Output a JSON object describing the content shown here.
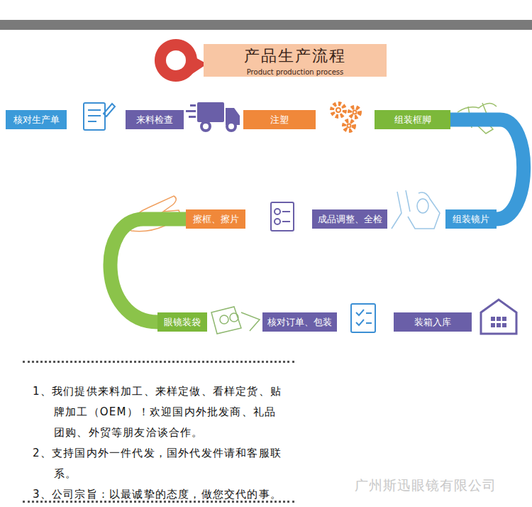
{
  "diagram": {
    "nodes": [
      {
        "text": [
          "产品生产流程",
          "Product production process"
        ]
      },
      {
        "text": [
          "核对生产单"
        ]
      },
      {
        "text": [
          "来料检查"
        ]
      },
      {
        "text": [
          "注塑"
        ]
      },
      {
        "text": [
          "组装框脚"
        ]
      },
      {
        "text": [
          "组装镜片"
        ]
      },
      {
        "text": [
          "成品调整、全检"
        ]
      },
      {
        "text": [
          "擦框、擦片"
        ]
      },
      {
        "text": [
          "眼镜装袋"
        ]
      },
      {
        "text": [
          "核对订单、包装"
        ]
      },
      {
        "text": [
          "装箱入库"
        ]
      },
      {
        "text": [
          "1、我们提供来料加工、来样定做、看样定货、贴牌加工（OEM）！欢迎国内外批发商、礼品团购、外贸等朋友洽谈合作。",
          "2、支持国内外一件代发，国外代发件请和客服联系。",
          "3、公司宗旨：以最诚挚的态度，做您交代的事。"
        ]
      }
    ],
    "edges": [
      {
        "from": 4,
        "to": 5,
        "arrow": "none"
      },
      {
        "from": 7,
        "to": 8,
        "arrow": "none"
      }
    ],
    "labels": [
      "广州斯迅眼镜有限公司"
    ]
  }
}
